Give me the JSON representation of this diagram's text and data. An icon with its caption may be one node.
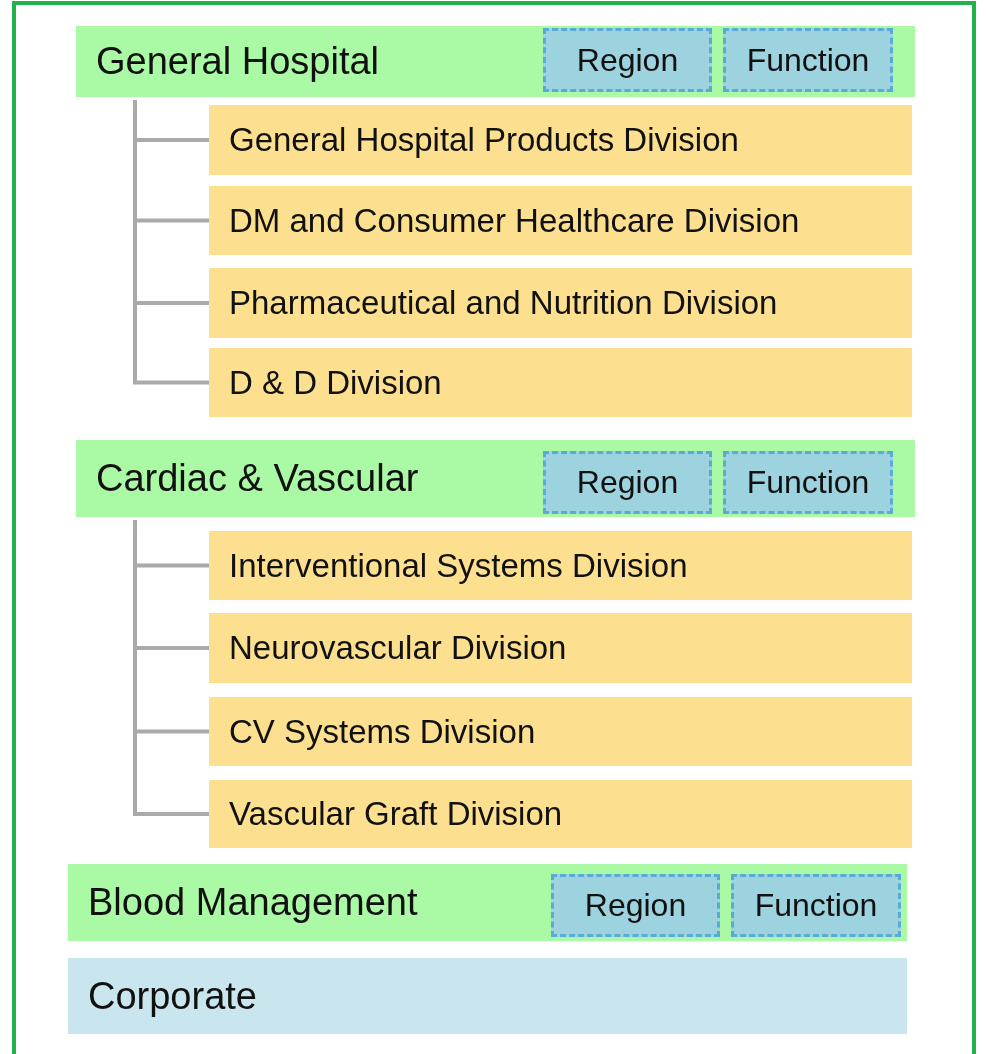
{
  "diagram": {
    "nodes": [
      {
        "text": [
          "General Hospital"
        ]
      },
      {
        "text": [
          "Region"
        ],
        "in": 0
      },
      {
        "text": [
          "Function"
        ],
        "in": 0
      },
      {
        "text": [
          "General Hospital Products Division"
        ]
      },
      {
        "text": [
          "DM and Consumer Healthcare Division"
        ]
      },
      {
        "text": [
          "Pharmaceutical and Nutrition Division"
        ]
      },
      {
        "text": [
          "D & D Division"
        ]
      },
      {
        "text": [
          "Cardiac & Vascular"
        ]
      },
      {
        "text": [
          "Region"
        ],
        "in": 7
      },
      {
        "text": [
          "Function"
        ],
        "in": 7
      },
      {
        "text": [
          "Interventional Systems Division"
        ]
      },
      {
        "text": [
          "Neurovascular Division"
        ]
      },
      {
        "text": [
          "CV Systems Division"
        ]
      },
      {
        "text": [
          "Vascular Graft Division"
        ]
      },
      {
        "text": [
          "Blood Management"
        ]
      },
      {
        "text": [
          "Region"
        ],
        "in": 14
      },
      {
        "text": [
          "Function"
        ],
        "in": 14
      },
      {
        "text": [
          "Corporate"
        ]
      }
    ],
    "edges": [
      {
        "from": 0,
        "to": 3,
        "arrow": "none"
      },
      {
        "from": 0,
        "to": 4,
        "arrow": "none"
      },
      {
        "from": 0,
        "to": 5,
        "arrow": "none"
      },
      {
        "from": 0,
        "to": 6,
        "arrow": "none"
      },
      {
        "from": 7,
        "to": 10,
        "arrow": "none"
      },
      {
        "from": 7,
        "to": 11,
        "arrow": "none"
      },
      {
        "from": 7,
        "to": 12,
        "arrow": "none"
      },
      {
        "from": 7,
        "to": 13,
        "arrow": "none"
      }
    ]
  }
}
